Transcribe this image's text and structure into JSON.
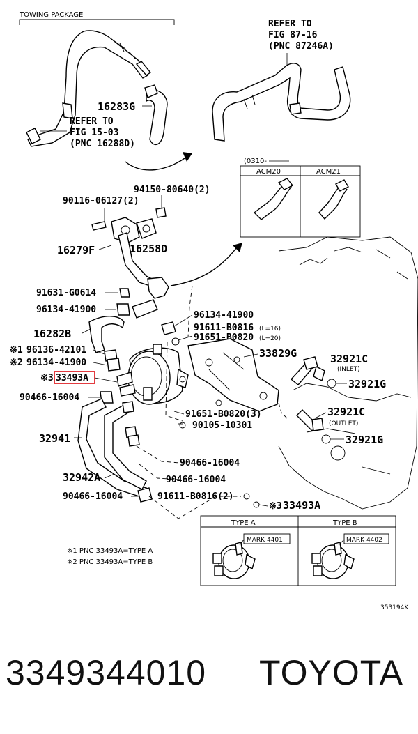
{
  "diagram": {
    "section_title": "TOWING PACKAGE",
    "refer_top": [
      "REFER TO",
      "FIG 87-16",
      "(PNC 87246A)"
    ],
    "refer_left": [
      "REFER TO",
      "FIG 15-03",
      "(PNC 16288D)"
    ],
    "variant_header": "(0310-",
    "variant_a": "ACM20",
    "variant_b": "ACM21",
    "labels": {
      "p16283G": "16283G",
      "p94150": "94150-80640(2)",
      "p90116": "90116-06127(2)",
      "p16279F": "16279F",
      "p16258D": "16258D",
      "p91631": "91631-G0614",
      "p96134a": "96134-41900",
      "p96134b": "96134-41900",
      "p91611a": "91611-B0816",
      "p91651a": "91651-B0820",
      "l16": "(L=16)",
      "l20": "(L=20)",
      "p16282B": "16282B",
      "p33829G": "33829G",
      "note1_mark": "※1",
      "p96136": "96136-42101",
      "note2_mark": "※2",
      "p96134c": "96134-41900",
      "note3_mark": "※3",
      "p33493A_hl": "33493A",
      "p32921C_in": "32921C",
      "inlet": "(INLET)",
      "p32921G_a": "32921G",
      "p90466a": "90466-16004",
      "p32921C_out": "32921C",
      "outlet": "(OUTLET)",
      "p32941": "32941",
      "p91651b": "91651-B0820(3)",
      "p90105": "90105-10301",
      "p32921G_b": "32921G",
      "p90466b": "90466-16004",
      "p32942A": "32942A",
      "p90466c": "90466-16004",
      "p90466d": "90466-16004",
      "p91611b": "91611-B0816(2)",
      "note3_mark_b": "※3",
      "p33493A": "33493A"
    },
    "type_a": "TYPE A",
    "type_b": "TYPE B",
    "mark_a": "MARK  4401",
    "mark_b": "MARK  4402",
    "footnote1": "※1  PNC 33493A=TYPE A",
    "footnote2": "※2  PNC 33493A=TYPE B",
    "figure_code": "353194K",
    "highlight_color": "#e0262b"
  },
  "footer": {
    "part_number": "3349344010",
    "brand": "TOYOTA"
  }
}
